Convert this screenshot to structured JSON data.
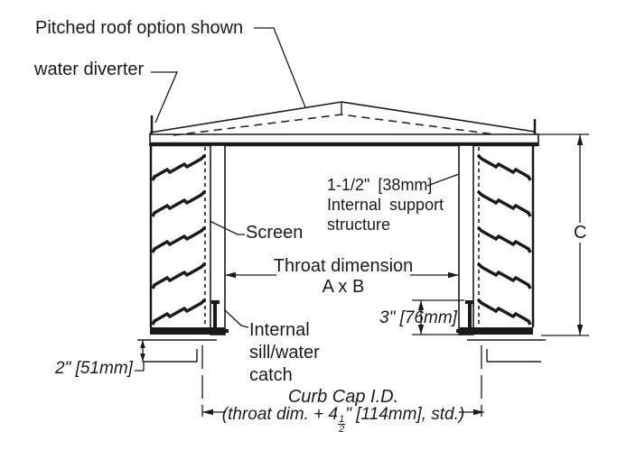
{
  "drawing": {
    "callouts": {
      "pitched_roof": "Pitched roof option shown",
      "water_diverter": "water diverter",
      "screen": "Screen",
      "support_dim": "1-1/2\" [38mm]",
      "support_name_1": "Internal support",
      "support_name_2": "structure",
      "sill_1": "Internal",
      "sill_2": "sill/water",
      "sill_3": "catch"
    },
    "dimensions": {
      "throat_title": "Throat dimension",
      "throat_value": "A x B",
      "depth_3in": "3\" [76mm]",
      "skirt_2in": "2\" [51mm]",
      "height_c": "C",
      "curb_cap_id": "Curb Cap I.D.",
      "curb_note_prefix": "(throat dim. + 4",
      "curb_note_frac_num": "1",
      "curb_note_frac_den": "2",
      "curb_note_suffix": "\" [114mm], std.)"
    },
    "colors": {
      "ink": "#1a1a1a",
      "background": "#ffffff"
    }
  }
}
